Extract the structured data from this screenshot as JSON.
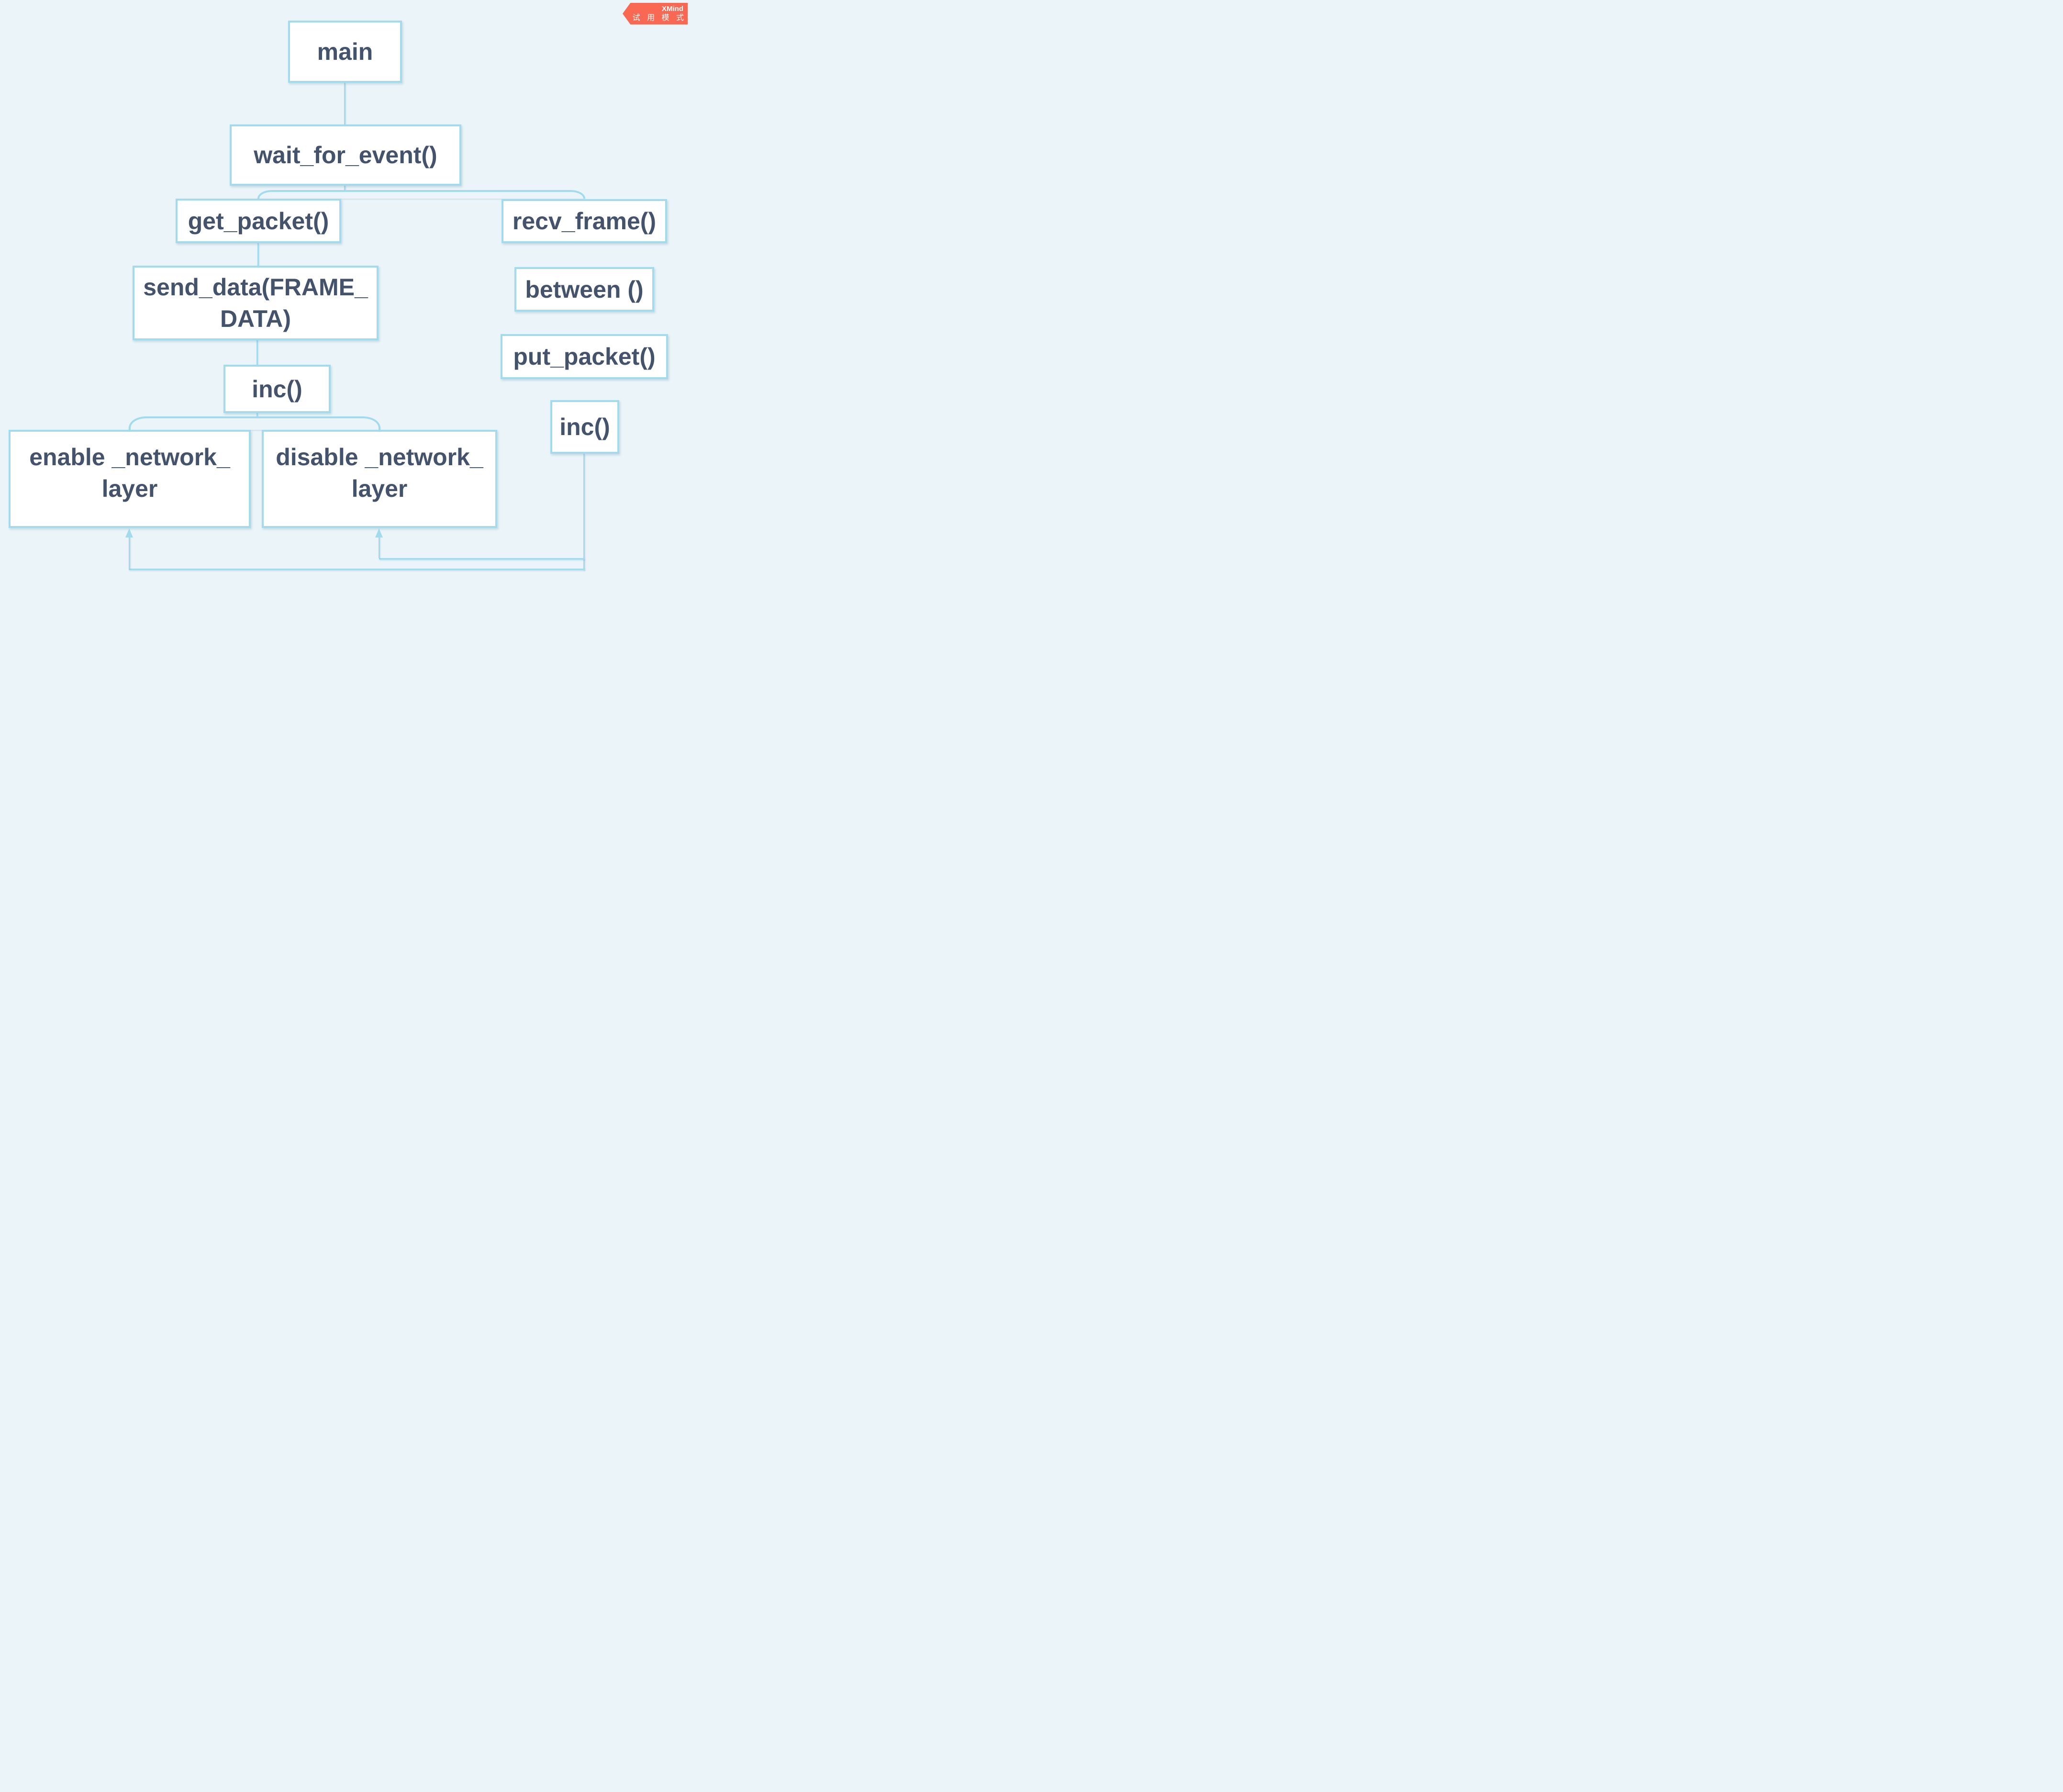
{
  "badge": {
    "brand": "XMind",
    "mode_text": "试 用 模 式"
  },
  "colors": {
    "background": "#eaf4f9",
    "box_fill": "#ffffff",
    "box_border": "#a3dbec",
    "connector": "#a3dbec",
    "text": "#44536b",
    "badge": "#f96852",
    "badge_text": "#ffffff"
  },
  "nodes": {
    "main": {
      "label": "main"
    },
    "wait_for_event": {
      "label": "wait_for_event()"
    },
    "get_packet": {
      "label": "get_packet()"
    },
    "recv_frame": {
      "label": "recv_frame()"
    },
    "send_data": {
      "lines": [
        "send_data(FRAME_",
        "DATA)"
      ]
    },
    "between": {
      "label": "between ()"
    },
    "put_packet": {
      "label": "put_packet()"
    },
    "inc_left": {
      "label": "inc()"
    },
    "inc_right": {
      "label": "inc()"
    },
    "enable_network_layer": {
      "lines": [
        "enable _network_",
        "layer"
      ]
    },
    "disable_network_layer": {
      "lines": [
        "disable _network_",
        "layer"
      ]
    }
  },
  "edges": [
    {
      "from": "main",
      "to": "wait_for_event()",
      "arrow": false
    },
    {
      "from": "wait_for_event()",
      "to": "get_packet()",
      "arrow": false
    },
    {
      "from": "wait_for_event()",
      "to": "recv_frame()",
      "arrow": false
    },
    {
      "from": "get_packet()",
      "to": "send_data(FRAME_DATA)",
      "arrow": false
    },
    {
      "from": "send_data(FRAME_DATA)",
      "to": "inc()",
      "arrow": false
    },
    {
      "from": "inc()",
      "to": "enable _network_ layer",
      "arrow": false
    },
    {
      "from": "inc()",
      "to": "disable _network_ layer",
      "arrow": false
    },
    {
      "from": "recv_frame()",
      "to": "between ()",
      "arrow": false
    },
    {
      "from": "between ()",
      "to": "put_packet()",
      "arrow": false
    },
    {
      "from": "put_packet()",
      "to": "inc()",
      "arrow": false
    },
    {
      "from": "inc() [right]",
      "to": "disable _network_ layer",
      "arrow": true
    },
    {
      "from": "inc() [right]",
      "to": "enable _network_ layer",
      "arrow": true
    }
  ]
}
